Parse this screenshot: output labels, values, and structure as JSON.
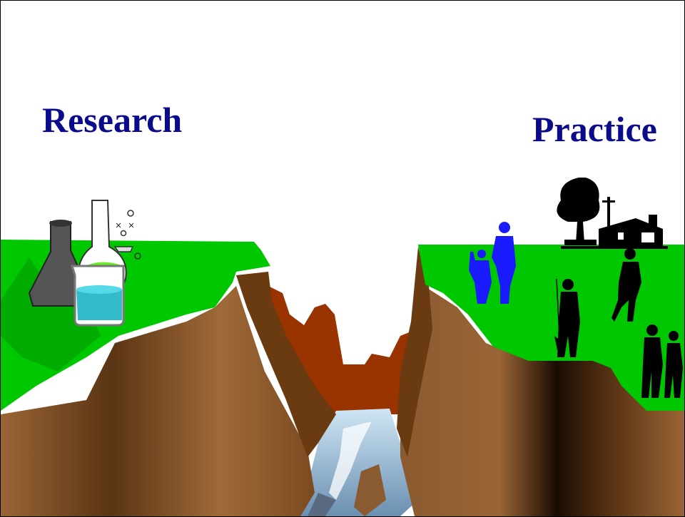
{
  "slide": {
    "research_label": "Research",
    "practice_label": "Practice"
  },
  "colors": {
    "label_text": "#0a0a8c",
    "grass": "#00c800",
    "earth": "#8a5a30",
    "earth_dark": "#2a1505",
    "canyon_wall": "#993300",
    "water": "#9ec7e0",
    "silhouette": "#000000",
    "adult_child_figures": "#1a1aff",
    "beaker_liquid": "#33bbcc",
    "flask_liquid": "#66ee22"
  },
  "scene": {
    "left_cliff_items": [
      "erlenmeyer-flask",
      "round-bottom-flask",
      "beaker"
    ],
    "right_cliff_items": [
      "tree",
      "utility-pole",
      "house",
      "adult-and-child",
      "fisherman",
      "jogger",
      "couple"
    ]
  }
}
